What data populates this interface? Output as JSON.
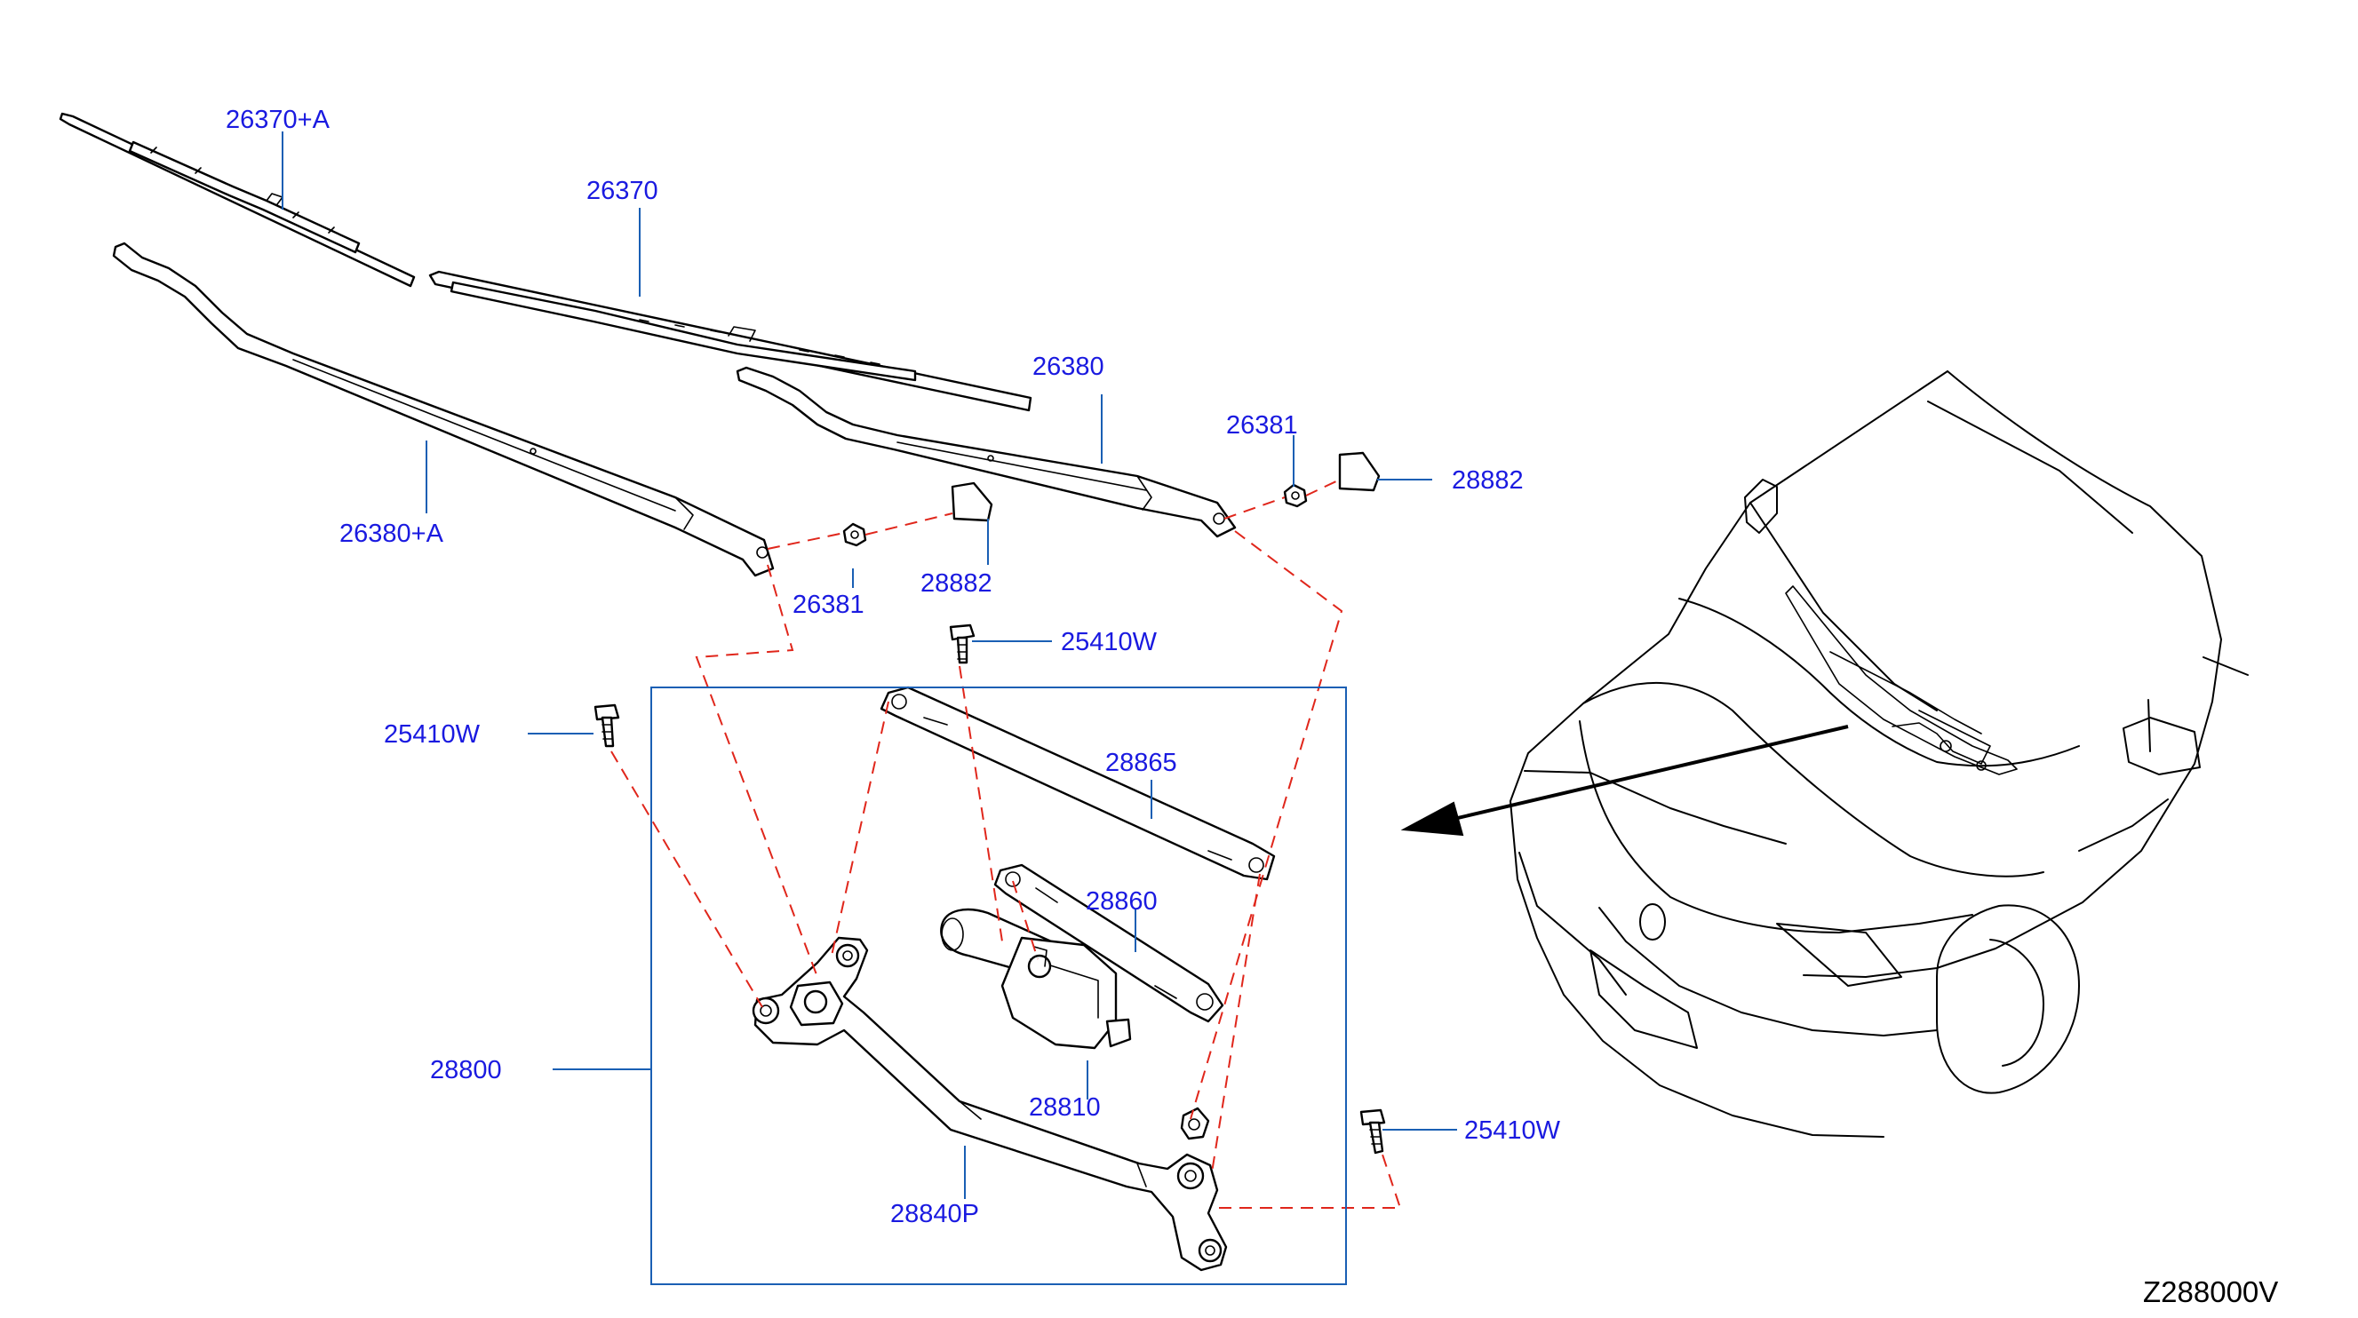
{
  "diagram": {
    "code": "Z288000V",
    "colors": {
      "label_text": "#1a1ae0",
      "leader_line": "#1a5fb4",
      "assembly_box": "#1a5fb4",
      "reference_dash": "#e0261b",
      "line_art": "#000000",
      "background": "#ffffff"
    },
    "parts": [
      {
        "id": "blade-assist",
        "number": "26370+A"
      },
      {
        "id": "blade-driver",
        "number": "26370"
      },
      {
        "id": "arm-assist",
        "number": "26380+A"
      },
      {
        "id": "arm-driver",
        "number": "26380"
      },
      {
        "id": "nut-left",
        "number": "26381"
      },
      {
        "id": "nut-right",
        "number": "26381"
      },
      {
        "id": "cap-left",
        "number": "28882"
      },
      {
        "id": "cap-right",
        "number": "28882"
      },
      {
        "id": "bolt-top",
        "number": "25410W"
      },
      {
        "id": "bolt-left",
        "number": "25410W"
      },
      {
        "id": "bolt-right",
        "number": "25410W"
      },
      {
        "id": "link-upper",
        "number": "28865"
      },
      {
        "id": "link-lower",
        "number": "28860"
      },
      {
        "id": "linkage-assembly",
        "number": "28800"
      },
      {
        "id": "motor",
        "number": "28810"
      },
      {
        "id": "pivot-link",
        "number": "28840P"
      }
    ]
  }
}
